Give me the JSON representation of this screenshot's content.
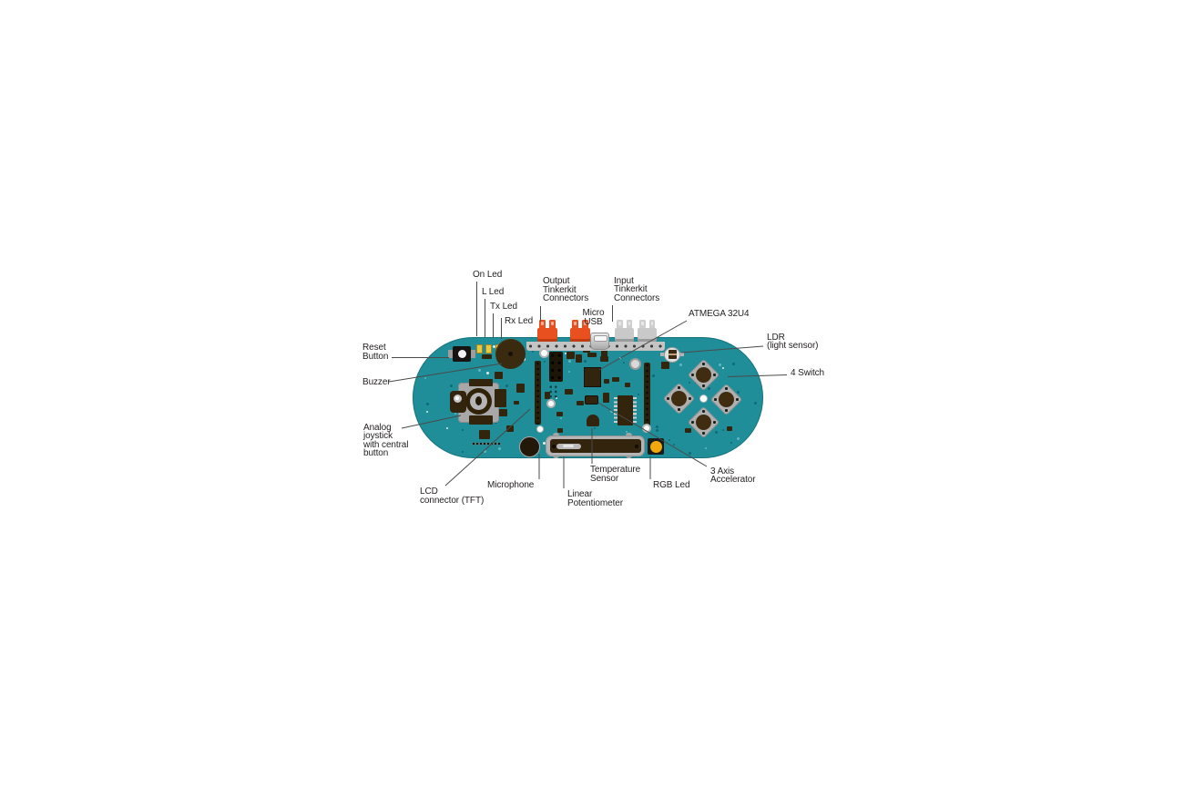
{
  "diagram": {
    "labels": {
      "reset_button": "Reset\nButton",
      "on_led": "On Led",
      "l_led": "L Led",
      "tx_led": "Tx Led",
      "rx_led": "Rx Led",
      "output_tinkerkit": "Output\nTinkerkit\nConnectors",
      "micro_usb": "Micro\nUSB",
      "input_tinkerkit": "Input\nTinkerkit\nConnectors",
      "atmega": "ATMEGA 32U4",
      "ldr": "LDR\n(light sensor)",
      "four_switch": "4 Switch",
      "buzzer": "Buzzer",
      "analog_joystick": "Analog\njoystick\nwith central\nbutton",
      "lcd_connector": "LCD\nconnector (TFT)",
      "microphone": "Microphone",
      "linear_potentiometer": "Linear\nPotentiometer",
      "temperature_sensor": "Temperature\nSensor",
      "rgb_led": "RGB Led",
      "three_axis": "3 Axis\nAccelerator"
    },
    "colors": {
      "background": "#ffffff",
      "board": "#1f8e99",
      "component_dark": "#33240d",
      "metal_gray": "#b2b2b2",
      "connector_orange": "#e8501f",
      "led_yellow": "#e9c93f",
      "rgb_led_yellow": "#f2a90c",
      "text": "#262223",
      "callout_line": "#4a4a49"
    }
  }
}
